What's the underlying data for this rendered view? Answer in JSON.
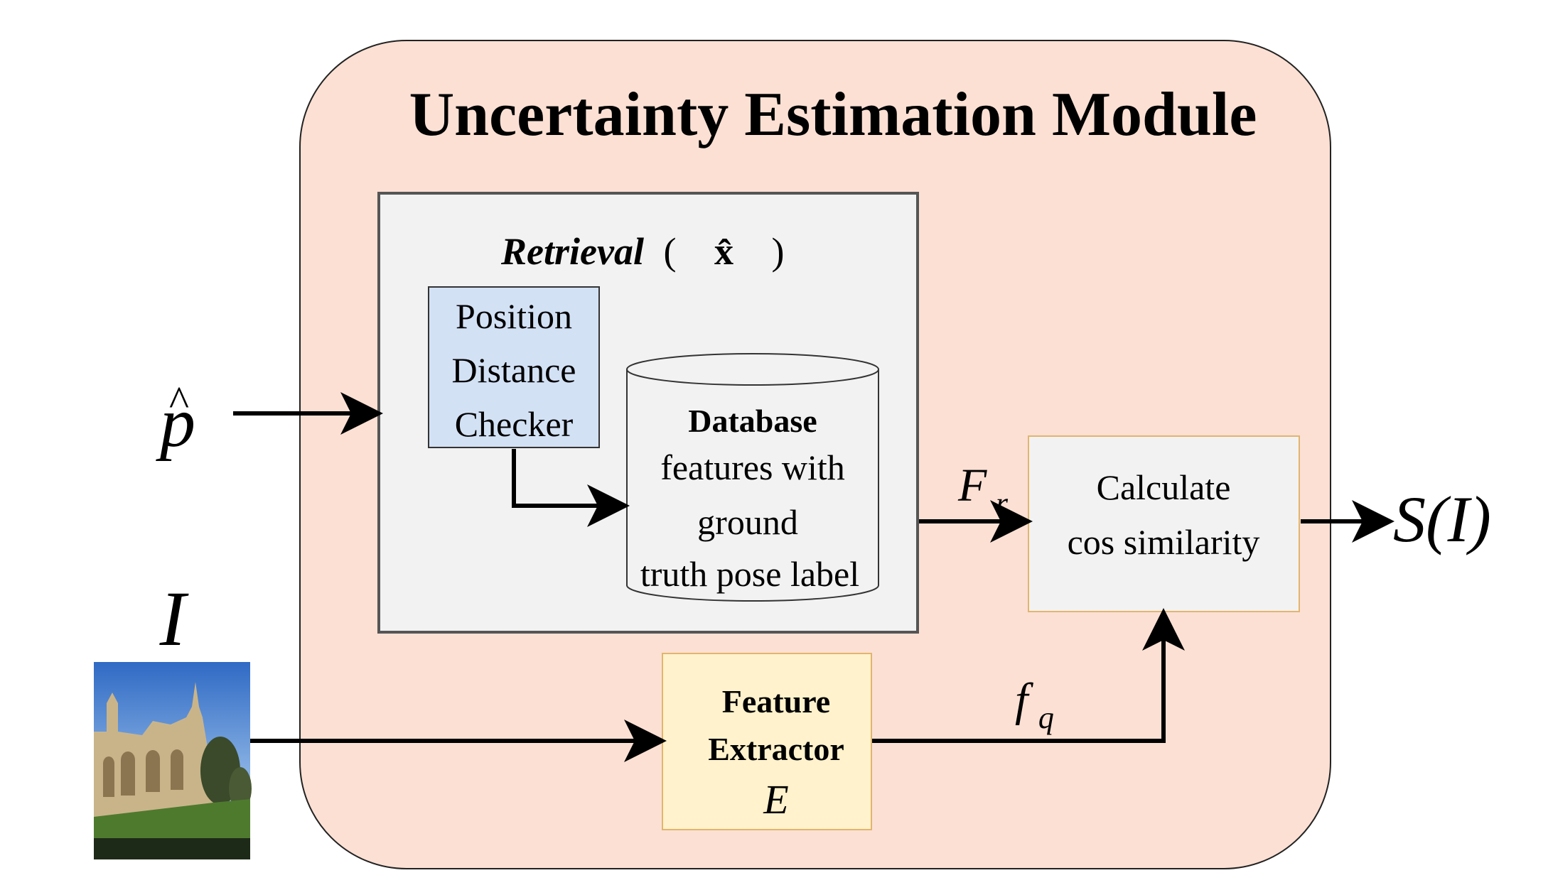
{
  "module": {
    "title": "Uncertainty Estimation Module",
    "fill": "#fce0d4"
  },
  "retrieval": {
    "label_italic": "Retrieval",
    "paren_open": "(",
    "symbol": "x̂",
    "paren_close": ")",
    "fill": "#f2f2f2"
  },
  "position_checker": {
    "lines": [
      "Position",
      "Distance",
      "Checker"
    ],
    "fill": "#d3e1f5"
  },
  "database": {
    "title": "Database",
    "lines": [
      "features with",
      "ground",
      "truth pose label"
    ]
  },
  "cos_similarity": {
    "lines": [
      "Calculate",
      "cos similarity"
    ],
    "fill": "#f2f2f2"
  },
  "feature_extractor": {
    "lines": [
      "Feature",
      "Extractor"
    ],
    "symbol": "E",
    "fill": "#fff2cc"
  },
  "inputs": {
    "pose_symbol_base": "p",
    "pose_symbol_hat": "^",
    "image_symbol": "I"
  },
  "flows": {
    "retrieved_feature": {
      "base": "F",
      "sub": "r"
    },
    "query_feature": {
      "base": "f",
      "sub": "q"
    }
  },
  "output": {
    "symbol": "S(I)"
  }
}
